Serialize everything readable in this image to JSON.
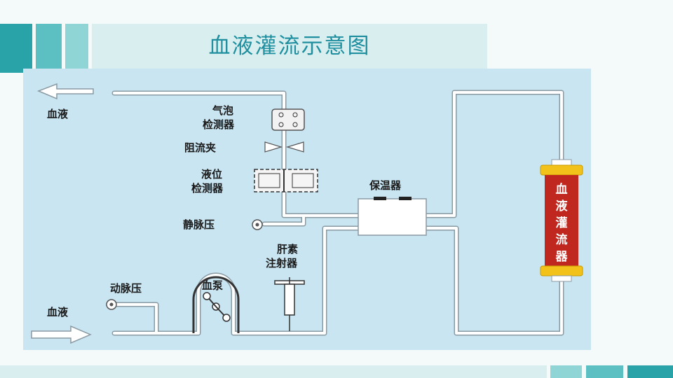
{
  "slide": {
    "title": "血液灌流示意图"
  },
  "diagram": {
    "labels": {
      "blood_out": "血液",
      "blood_in": "血液",
      "bubble_detector": [
        "气泡",
        "检测器"
      ],
      "flow_clamp": "阻流夹",
      "level_detector": [
        "液位",
        "检测器"
      ],
      "venous_pressure": "静脉压",
      "arterial_pressure": "动脉压",
      "blood_pump": "血泵",
      "heparin_syringe": [
        "肝素",
        "注射器"
      ],
      "warmer": "保温器",
      "perfusor": [
        "血",
        "液",
        "灌",
        "流",
        "器"
      ]
    }
  },
  "colors": {
    "accent": "#2aa3a8",
    "title": "#1f8fa0",
    "panel": "#c9e5f2",
    "tubing": "#ffffff",
    "perfusor_body": "#c0281f",
    "perfusor_cap": "#f2c21b"
  }
}
